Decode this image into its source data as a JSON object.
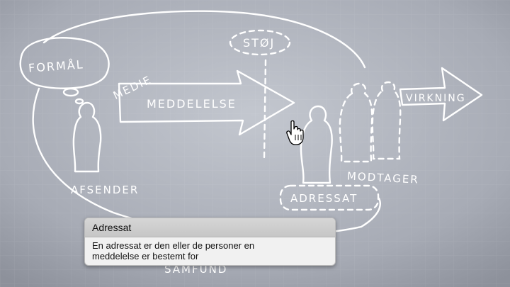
{
  "diagram": {
    "labels": {
      "formaal": "FORMÅL",
      "medie": "MEDIE",
      "meddelelse": "MEDDELELSE",
      "stoej": "STØJ",
      "virkning": "VIRKNING",
      "afsender": "AFSENDER",
      "modtager": "MODTAGER",
      "adressat": "ADRESSAT",
      "samfund": "SAMFUND"
    }
  },
  "tooltip": {
    "title": "Adressat",
    "body": "En adressat er den eller de personer en\nmeddelelse er bestemt for"
  },
  "colors": {
    "background": "#a3a8b3",
    "chalk": "#ffffff",
    "tooltip_bg": "#f1f1f1"
  },
  "icons": [
    "hand-pointer-cursor-icon"
  ]
}
